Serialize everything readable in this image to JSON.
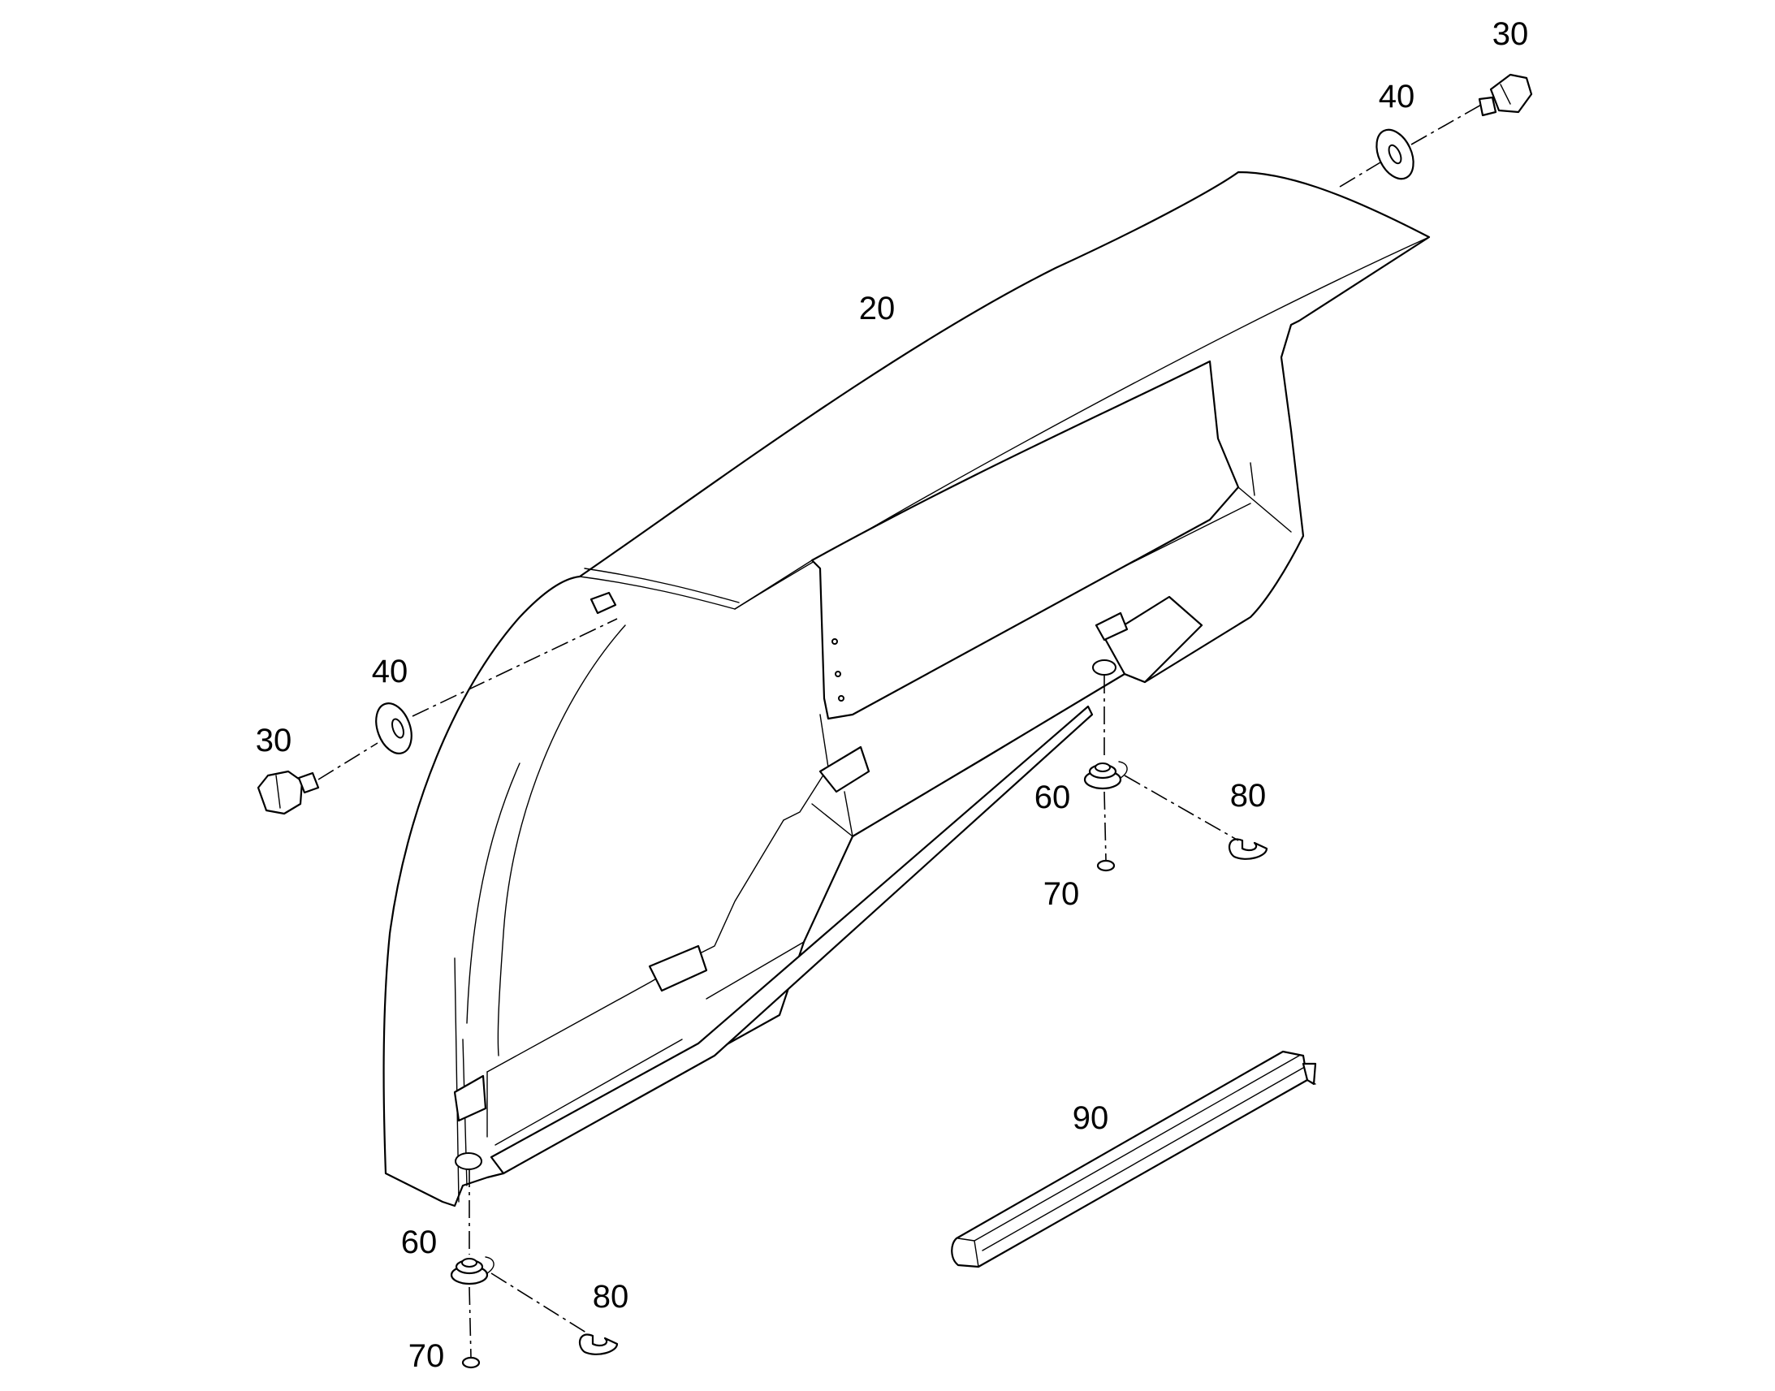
{
  "callouts": {
    "housing": "20",
    "bolt_top": "30",
    "washer_top": "40",
    "bolt_left": "30",
    "washer_left": "40",
    "grommet_right": "60",
    "clip_right": "80",
    "pin_right": "70",
    "grommet_bottom": "60",
    "clip_bottom": "80",
    "pin_bottom": "70",
    "edge_trim": "90"
  },
  "colors": {
    "line": "#000000",
    "background": "#ffffff"
  }
}
